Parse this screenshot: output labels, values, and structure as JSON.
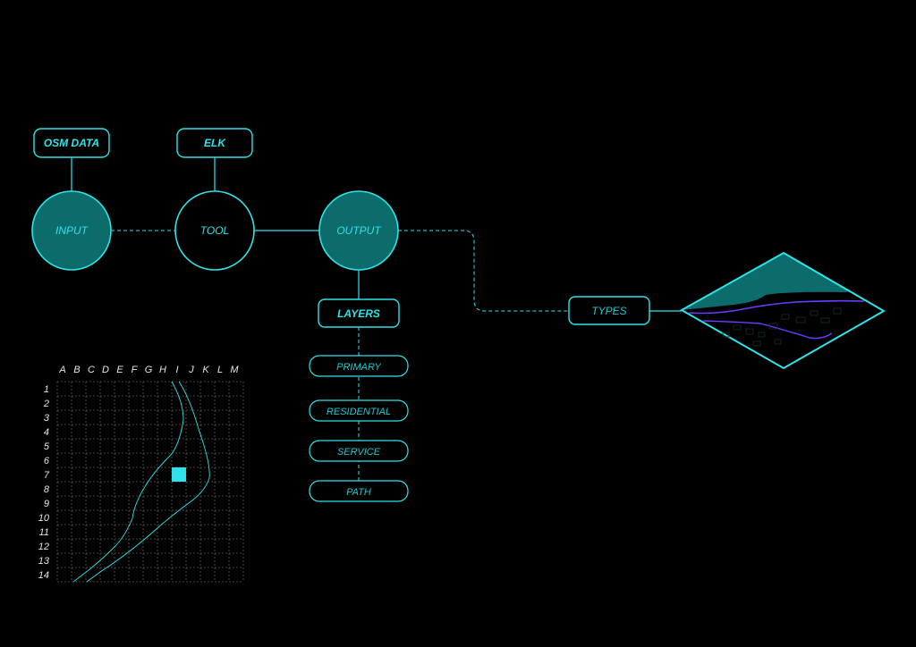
{
  "colors": {
    "background": "#000000",
    "accent": "#2fe3e8",
    "node_fill": "#0c6b6b",
    "road_purple": "#6a3cff"
  },
  "top_boxes": {
    "osm_data": "OSM DATA",
    "elk": "ELK"
  },
  "nodes": {
    "input": "INPUT",
    "tool": "TOOL",
    "output": "OUTPUT"
  },
  "layers": {
    "title": "LAYERS",
    "items": [
      "PRIMARY",
      "RESIDENTIAL",
      "SERVICE",
      "PATH"
    ]
  },
  "types": "TYPES",
  "grid": {
    "columns": [
      "A",
      "B",
      "C",
      "D",
      "E",
      "F",
      "G",
      "H",
      "I",
      "J",
      "K",
      "L",
      "M"
    ],
    "rows": [
      "1",
      "2",
      "3",
      "4",
      "5",
      "6",
      "7",
      "8",
      "9",
      "10",
      "11",
      "12",
      "13",
      "14"
    ],
    "highlight_cell": "I7"
  }
}
